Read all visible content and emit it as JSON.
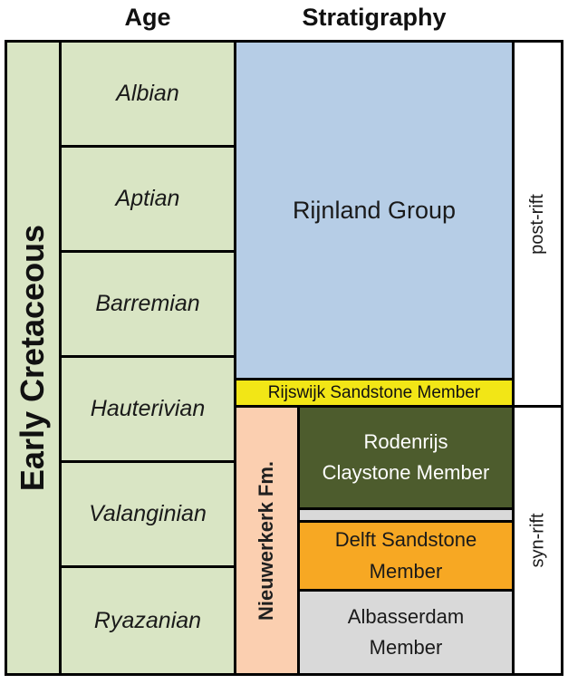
{
  "header": {
    "age_label": "Age",
    "stratigraphy_label": "Stratigraphy"
  },
  "era": {
    "label": "Early Cretaceous"
  },
  "ages": [
    {
      "label": "Albian"
    },
    {
      "label": "Aptian"
    },
    {
      "label": "Barremian"
    },
    {
      "label": "Hauterivian"
    },
    {
      "label": "Valanginian"
    },
    {
      "label": "Ryazanian"
    }
  ],
  "stratigraphy": {
    "rijnland_group": "Rijnland Group",
    "rijswijk_member": "Rijswijk Sandstone Member",
    "nieuwerkerk_fm": "Nieuwerkerk Fm.",
    "rodenrijs_member": "Rodenrijs Claystone Member",
    "delft_member": "Delft Sandstone Member",
    "albasserdam_member": "Albasserdam Member"
  },
  "rift_phases": {
    "post_rift": "post-rift",
    "syn_rift": "syn-rift"
  },
  "colors": {
    "age_green": "#d9e5c4",
    "rijnland_blue": "#b6cde6",
    "rijswijk_yellow": "#f2e616",
    "nieuwerkerk_peach": "#fbcfb0",
    "rodenrijs_olive": "#4d5c2d",
    "delft_orange": "#f7a823",
    "albasserdam_gray": "#d9d9d9",
    "grid_border": "#000000"
  }
}
